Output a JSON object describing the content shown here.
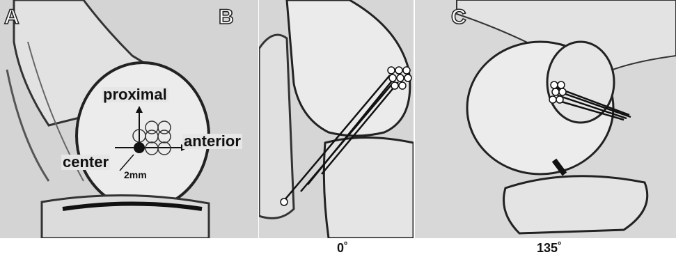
{
  "panels": [
    {
      "letter": "A"
    },
    {
      "letter": "B"
    },
    {
      "letter": "C"
    }
  ],
  "panel_a": {
    "direction_proximal": "proximal",
    "direction_anterior": "anterior",
    "center_label": "center",
    "scale_label": "2mm"
  },
  "angles": {
    "b": "0˚",
    "c": "135˚"
  }
}
